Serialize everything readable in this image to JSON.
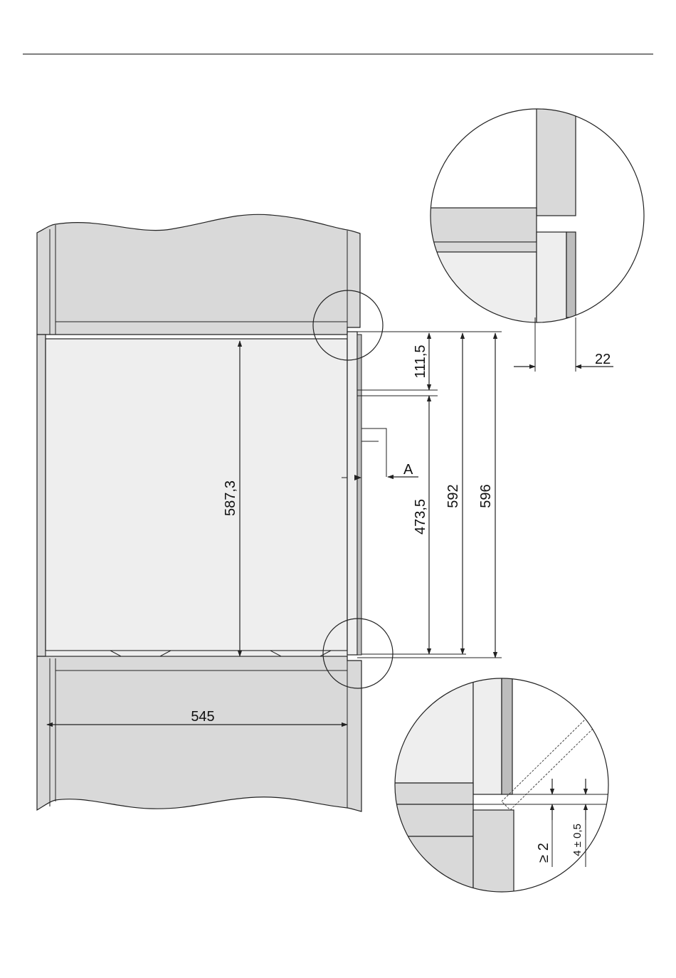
{
  "dimensions": {
    "width_545": "545",
    "height_587_3": "587,3",
    "offset_111_5": "111,5",
    "height_473_5": "473,5",
    "height_592": "592",
    "height_596": "596",
    "gap_22": "22",
    "gap_min_2": "≥ 2",
    "gap_4_pm_0_5": "4 ± 0,5"
  },
  "labels": {
    "detail_a": "A"
  },
  "colors": {
    "cabinet_gray": "#d9d9d9",
    "appliance_light": "#eeeeee",
    "panel_mid": "#bdbdbd",
    "line": "#222222",
    "background": "#ffffff"
  }
}
